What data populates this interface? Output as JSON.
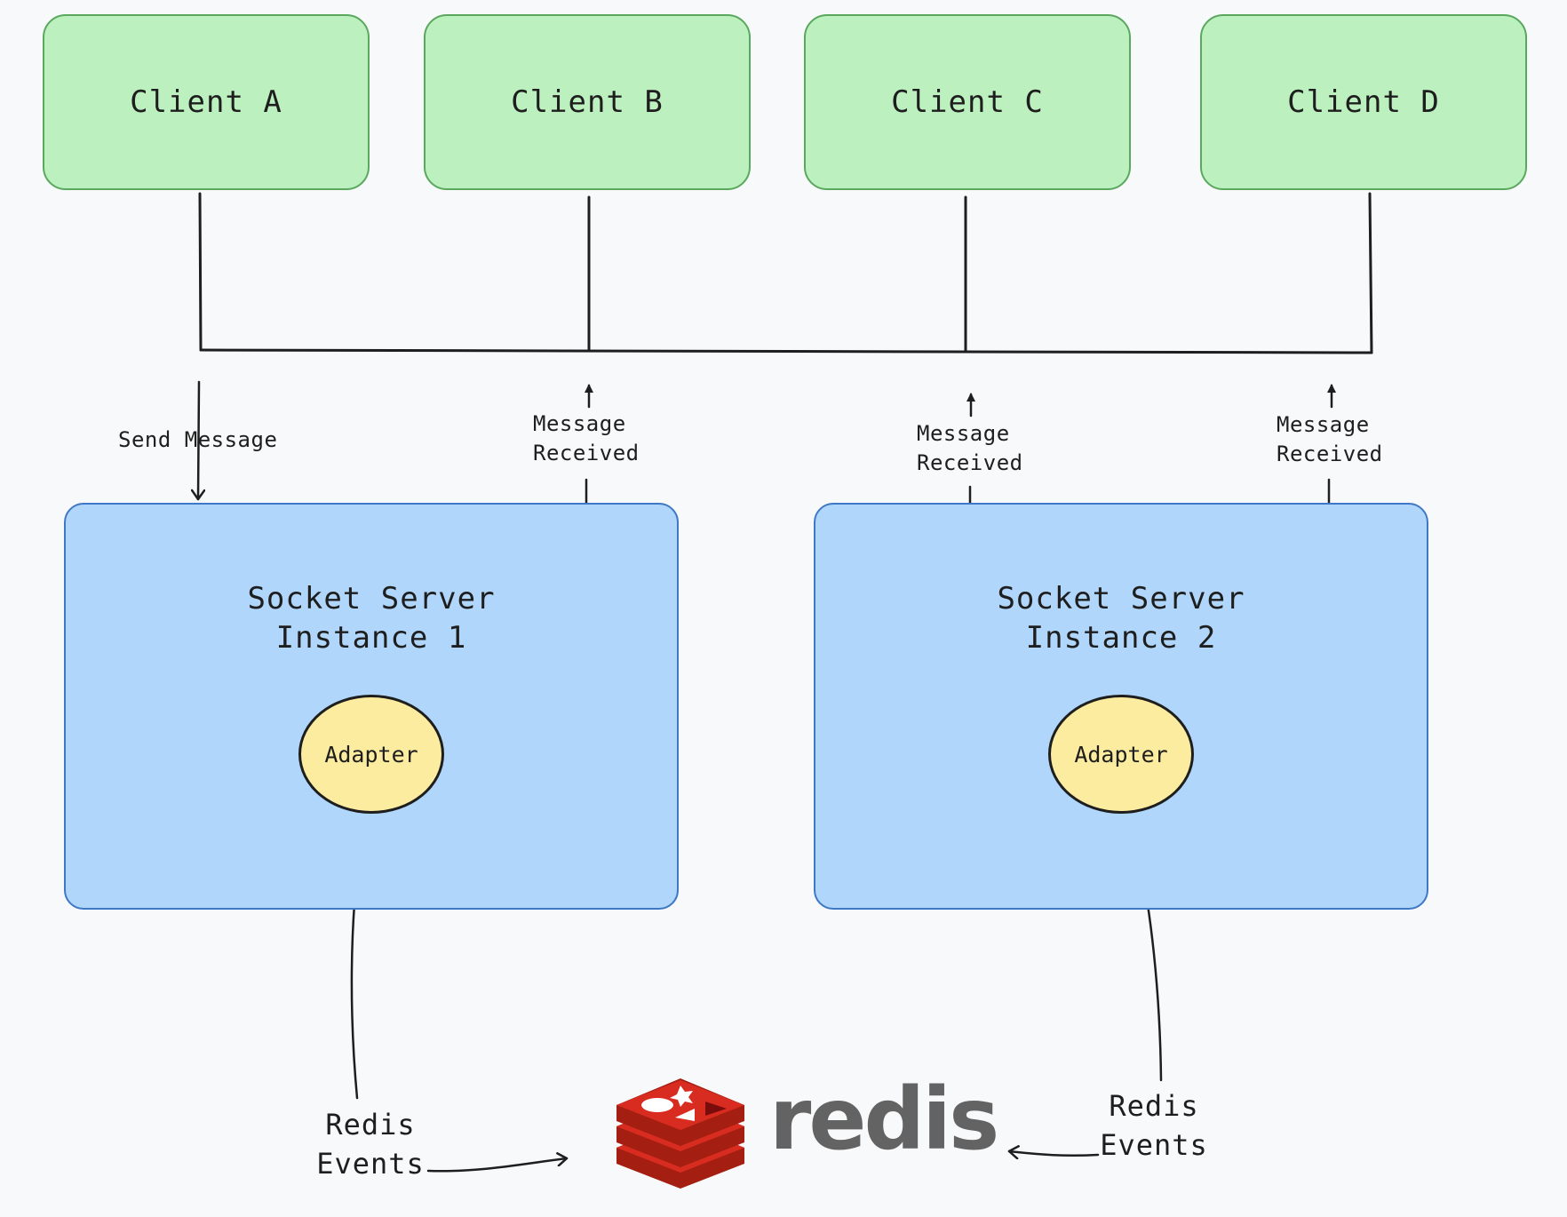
{
  "clients": [
    {
      "label": "Client A"
    },
    {
      "label": "Client B"
    },
    {
      "label": "Client C"
    },
    {
      "label": "Client D"
    }
  ],
  "servers": [
    {
      "title": "Socket Server\nInstance 1",
      "adapter_label": "Adapter"
    },
    {
      "title": "Socket Server\nInstance 2",
      "adapter_label": "Adapter"
    }
  ],
  "edge_labels": {
    "send": "Send Message",
    "received_b": "Message\nReceived",
    "received_c": "Message\nReceived",
    "received_d": "Message\nReceived"
  },
  "redis_events": {
    "left": "Redis\nEvents",
    "right": "Redis\nEvents"
  },
  "redis": {
    "wordmark": "redis",
    "logo_icon": "redis-logo-icon",
    "colors": {
      "logo_dark": "#a41e11",
      "logo_mid": "#d82c20",
      "wordmark": "#636363"
    }
  },
  "colors": {
    "background": "#f8f9fb",
    "client_fill": "#bdf0bf",
    "client_stroke": "#5aa85d",
    "server_fill": "#b0d7fb",
    "server_stroke": "#3f78c6",
    "adapter_fill": "#fcec9f",
    "ink": "#1e1e1e"
  }
}
